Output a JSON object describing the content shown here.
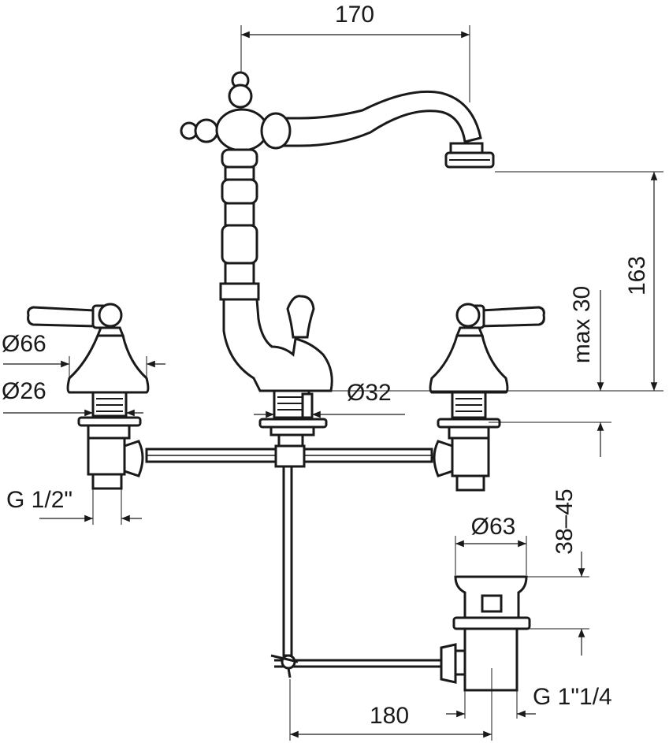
{
  "colors": {
    "line": "#1a1a1a",
    "background": "#ffffff"
  },
  "dimensions": {
    "spout_reach": "170",
    "spout_height": "163",
    "deck_max": "max 30",
    "handle_base_diameter": "Ø66",
    "handle_stem_diameter": "Ø26",
    "spout_base_diameter": "Ø32",
    "inlet_thread": "G 1/2\"",
    "drain_diameter": "Ø63",
    "drain_height_range": "38–45",
    "drain_thread": "G 1\"1/4",
    "drain_offset": "180"
  }
}
